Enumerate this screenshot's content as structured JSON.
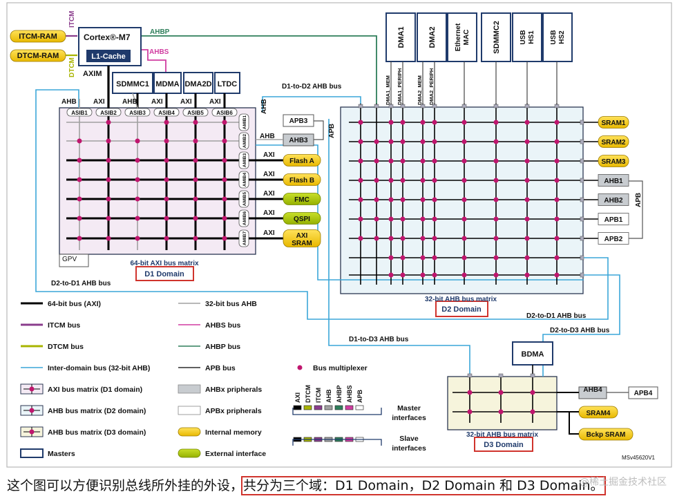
{
  "masters": {
    "cpu": "Cortex®-M7",
    "l1cache": "L1-Cache",
    "itcm_ram": "ITCM-RAM",
    "dtcm_ram": "DTCM-RAM",
    "itcm": "ITCM",
    "dtcm": "DTCM",
    "axim": "AXIM",
    "ahbs": "AHBS",
    "ahbp": "AHBP",
    "d1_masters": [
      "SDMMC1",
      "MDMA",
      "DMA2D",
      "LTDC"
    ],
    "d2_masters": [
      "DMA1",
      "DMA2",
      "Ethernet MAC",
      "SDMMC2",
      "USB HS1",
      "USB HS2"
    ],
    "d2_ports": [
      "DMA1_MEM",
      "DMA1_PERIPH",
      "DMA2_MEM",
      "DMA2_PERIPH"
    ],
    "bdma": "BDMA"
  },
  "d1": {
    "asib": [
      "ASIB1",
      "ASIB2",
      "ASIB3",
      "ASIB4",
      "ASIB5",
      "ASIB6"
    ],
    "asib_types": [
      "AHB",
      "AXI",
      "AHB",
      "AXI",
      "AXI",
      "AXI"
    ],
    "amib": [
      "AMIB1",
      "AMIB2",
      "AMIB3",
      "AMIB4",
      "AMIB5",
      "AMIB6",
      "AMIB7"
    ],
    "gpv": "GPV",
    "matrix_label": "64-bit AXI bus matrix",
    "domain": "D1 Domain",
    "slaves": [
      "Flash A",
      "Flash B",
      "FMC",
      "QSPI",
      "AXI SRAM"
    ],
    "slave_bus": "AXI",
    "ahb_label": "AHB",
    "apb3": "APB3",
    "ahb3": "AHB3",
    "apb": "APB"
  },
  "d2": {
    "matrix_label": "32-bit AHB bus matrix",
    "domain": "D2 Domain",
    "slaves": [
      "SRAM1",
      "SRAM2",
      "SRAM3",
      "AHB1",
      "AHB2",
      "APB1",
      "APB2"
    ],
    "apb": "APB"
  },
  "d3": {
    "matrix_label": "32-bit AHB bus matrix",
    "domain": "D3 Domain",
    "ahb4": "AHB4",
    "apb4": "APB4",
    "slaves": [
      "SRAM4",
      "Bckp SRAM"
    ]
  },
  "buses": {
    "d1_to_d2": "D1-to-D2 AHB bus",
    "d2_to_d1_a": "D2-to-D1 AHB bus",
    "d2_to_d1_b": "D2-to-D1 AHB bus",
    "d2_to_d3": "D2-to-D3 AHB bus",
    "d1_to_d3": "D1-to-D3 AHB bus"
  },
  "legend": {
    "col1": [
      "64-bit bus (AXI)",
      "ITCM bus",
      "DTCM bus",
      "Inter-domain bus (32-bit AHB)",
      "AXI bus matrix (D1 domain)",
      "AHB bus matrix (D2 domain)",
      "AHB bus matrix (D3 domain)",
      "Masters"
    ],
    "col2": [
      "32-bit bus AHB",
      "AHBS bus",
      "AHBP bus",
      "APB bus",
      "AHBx pripherals",
      "APBx pripherals",
      "Internal memory",
      "External interface"
    ],
    "bus_mux": "Bus multiplexer",
    "iface_labels": [
      "AXI",
      "DTCM",
      "ITCM",
      "AHB",
      "AHBP",
      "AHBS",
      "APB"
    ],
    "master_interfaces": "Master interfaces",
    "slave_interfaces": "Slave interfaces"
  },
  "ref": "MSv45620V1",
  "caption_prefix": "这个图可以方便识别总线所外挂的外设，",
  "caption_highlight": "共分为三个域：D1 Domain，D2 Domain 和 D3 Domain。",
  "watermark": "@稀土掘金技术社区",
  "colors": {
    "axi": "#000000",
    "itcm": "#8a3c8c",
    "dtcm": "#a8b400",
    "inter": "#3aa6d8",
    "ahbs": "#d03ca0",
    "ahbp": "#2e7e5a",
    "ahb32": "#a0a0a0",
    "mux": "#c0166e",
    "internal_mem": "#f5c400",
    "external_if": "#a6c300",
    "ahbx": "#c8ccd0",
    "d1_fill": "#f4eaf4",
    "d2_fill": "#eaf4f8",
    "d3_fill": "#f6f4dc",
    "master_border": "#1f3a6b",
    "domain_box": "#d0332c"
  }
}
